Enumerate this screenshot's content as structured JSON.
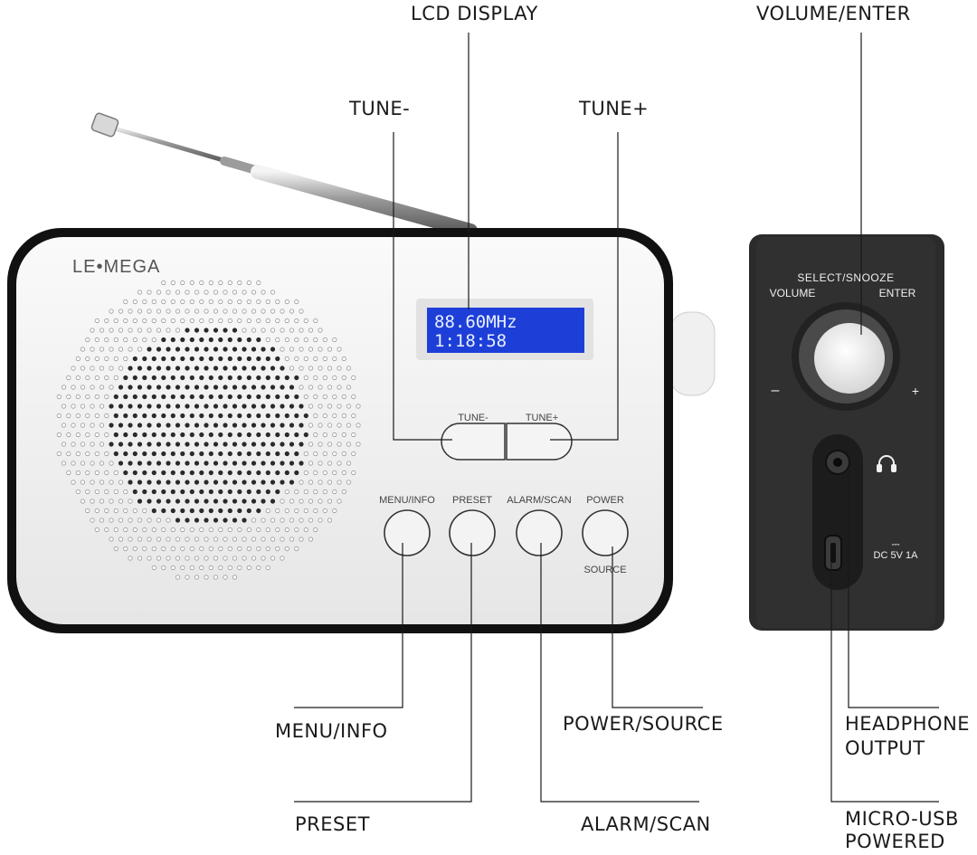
{
  "callouts": {
    "lcd_display": "LCD DISPLAY",
    "volume_enter": "VOLUME/ENTER",
    "tune_minus": "TUNE-",
    "tune_plus": "TUNE+",
    "menu_info": "MENU/INFO",
    "power_source": "POWER/SOURCE",
    "headphone_output_1": "HEADPHONE",
    "headphone_output_2": "OUTPUT",
    "preset": "PRESET",
    "alarm_scan": "ALARM/SCAN",
    "micro_usb_1": "MICRO-USB",
    "micro_usb_2": "POWERED"
  },
  "front": {
    "brand": "LE•MEGA",
    "lcd_line1": "88.60MHz",
    "lcd_line2": "1:18:58",
    "button_labels": {
      "tune_minus": "TUNE-",
      "tune_plus": "TUNE+",
      "menu_info": "MENU/INFO",
      "preset": "PRESET",
      "alarm_scan": "ALARM/SCAN",
      "power": "POWER",
      "source": "SOURCE"
    }
  },
  "side": {
    "select_snooze": "SELECT/SNOOZE",
    "volume": "VOLUME",
    "enter": "ENTER",
    "minus": "–",
    "plus": "+",
    "dc_symbol": "⎓",
    "dc_rating": "DC 5V  1A"
  },
  "colors": {
    "body_white": "#f2f2f2",
    "frame_black": "#111111",
    "lcd_blue": "#1d3fd8",
    "lcd_text": "#e9efff",
    "side_dark": "#2b2b2b",
    "brand_dot": "#2a7fd6"
  }
}
